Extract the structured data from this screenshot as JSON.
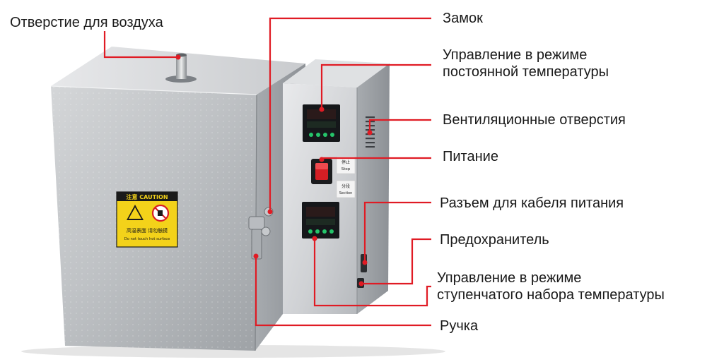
{
  "callouts": {
    "air_vent": "Отверстие для воздуха",
    "lock": "Замок",
    "constant_temp_control": [
      "Управление в режиме",
      "постоянной температуры"
    ],
    "ventilation": "Вентиляционные отверстия",
    "power": "Питание",
    "power_connector": "Разъем для кабеля питания",
    "fuse": "Предохранитель",
    "step_temp_control": [
      "Управление в режиме",
      "ступенчатого набора температуры"
    ],
    "handle": "Ручка"
  },
  "device_text": {
    "caution_header": "注意 CAUTION",
    "caution_cn": "高温表面 请勿触摸",
    "caution_en": "Do not touch hot surface",
    "stop_cn": "停止",
    "stop_en": "Stop",
    "seg_cn": "分段",
    "seg_en": "Section"
  },
  "colors": {
    "callout_line": "#e01b24",
    "warning_yellow": "#f3d21a",
    "display_green": "#25c46a"
  }
}
